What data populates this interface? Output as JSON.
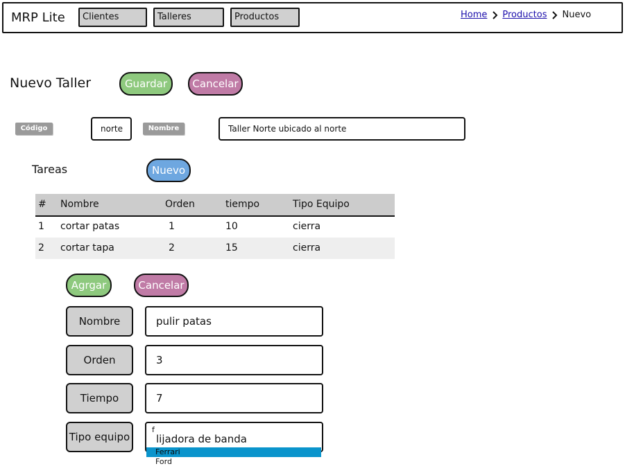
{
  "header": {
    "app_title": "MRP Lite",
    "nav": [
      "Clientes",
      "Talleres",
      "Productos"
    ],
    "breadcrumb": {
      "home": "Home",
      "products": "Productos",
      "current": "Nuevo"
    }
  },
  "page": {
    "title": "Nuevo Taller",
    "save_label": "Guardar",
    "cancel_label": "Cancelar"
  },
  "workshop": {
    "code_label": "Código",
    "code_value": "norte",
    "name_label": "Nombre",
    "name_value": "Taller Norte ubicado al norte"
  },
  "tasks": {
    "title": "Tareas",
    "new_label": "Nuevo",
    "columns": [
      "#",
      "Nombre",
      "Orden",
      "tiempo",
      "Tipo Equipo"
    ],
    "rows": [
      [
        "1",
        "cortar patas",
        "1",
        "10",
        "cierra"
      ],
      [
        "2",
        "cortar tapa",
        "2",
        "15",
        "cierra"
      ]
    ]
  },
  "task_form": {
    "add_label": "Agrgar",
    "cancel_label": "Cancelar",
    "fields": [
      {
        "label": "Nombre",
        "value": "pulir patas"
      },
      {
        "label": "Orden",
        "value": "3"
      },
      {
        "label": "Tiempo",
        "value": "7"
      },
      {
        "label": "Tipo equipo",
        "value": "lijadora de banda",
        "typed": "f"
      }
    ],
    "dropdown_options": [
      "Ferrari",
      "Ford"
    ],
    "dropdown_selected_index": 0
  },
  "colors": {
    "accent_green": "#8ec97e",
    "accent_pink": "#c07ba6",
    "accent_blue": "#6ea7e0",
    "selection_blue": "#0a94cc"
  },
  "icons": {
    "breadcrumb_separator": "chevron-right-icon"
  }
}
